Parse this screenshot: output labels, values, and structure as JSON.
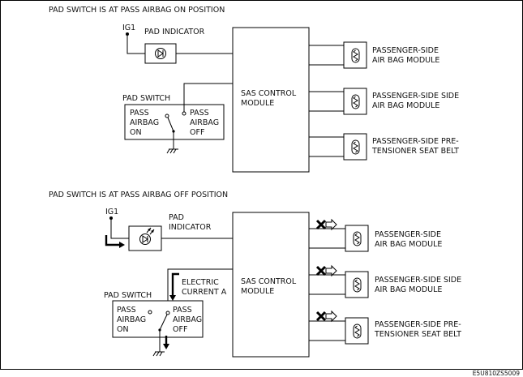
{
  "diagram_code": "E5U810ZS5009",
  "sections": [
    {
      "heading": "PAD SWITCH IS AT PASS AIRBAG ON POSITION",
      "power_label": "IG1",
      "indicator_label": [
        "PAD INDICATOR"
      ],
      "switch_label": "PAD SWITCH",
      "switch_on": [
        "PASS",
        "AIRBAG",
        "ON"
      ],
      "switch_off": [
        "PASS",
        "AIRBAG",
        "OFF"
      ],
      "controller": [
        "SAS CONTROL",
        "MODULE"
      ],
      "current_label": [],
      "modules": [
        [
          "PASSENGER-SIDE",
          "AIR BAG MODULE"
        ],
        [
          "PASSENGER-SIDE SIDE",
          "AIR BAG MODULE"
        ],
        [
          "PASSENGER-SIDE PRE-",
          "TENSIONER SEAT BELT"
        ]
      ]
    },
    {
      "heading": "PAD SWITCH IS AT PASS AIRBAG OFF POSITION",
      "power_label": "IG1",
      "indicator_label": [
        "PAD",
        "INDICATOR"
      ],
      "switch_label": "PAD SWITCH",
      "switch_on": [
        "PASS",
        "AIRBAG",
        "ON"
      ],
      "switch_off": [
        "PASS",
        "AIRBAG",
        "OFF"
      ],
      "controller": [
        "SAS CONTROL",
        "MODULE"
      ],
      "current_label": [
        "ELECTRIC",
        "CURRENT A"
      ],
      "modules": [
        [
          "PASSENGER-SIDE",
          "AIR BAG MODULE"
        ],
        [
          "PASSENGER-SIDE SIDE",
          "AIR BAG MODULE"
        ],
        [
          "PASSENGER-SIDE PRE-",
          "TENSIONER SEAT BELT"
        ]
      ]
    }
  ]
}
